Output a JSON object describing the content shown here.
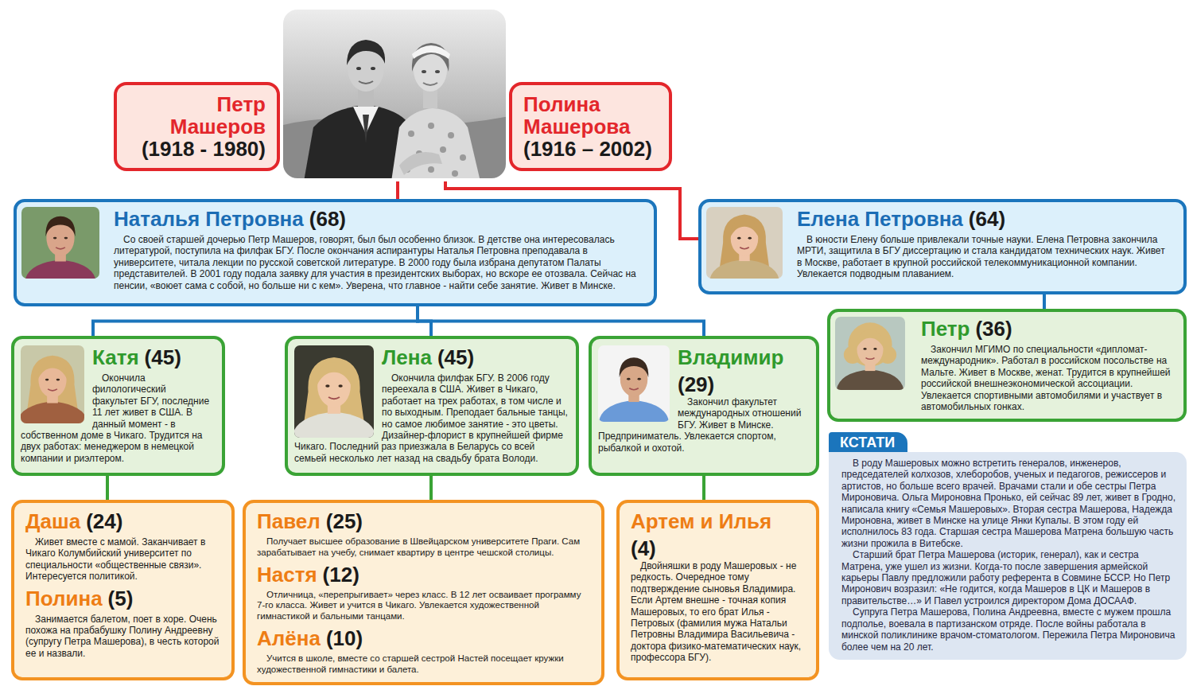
{
  "diagram": {
    "nodes": [
      {
        "text": [
          "Петр Машеров",
          "(1918 - 1980)"
        ]
      },
      {
        "text": [
          "Полина Машерова",
          "(1916 – 2002)"
        ]
      },
      {
        "text": [
          "Наталья Петровна",
          "(68)",
          "Со своей старшей дочерью Петр Машеров, говорят, был был особенно близок. В детстве она интересовалась литературой, поступила на филфак БГУ. После окончания аспирантуры Наталья Петровна преподавала в университете, читала лекции по русской советской литературе. В 2000 году была избрана депутатом Палаты представителей. В 2001 году подала заявку для участия в президентских выборах, но вскоре ее отозвала. Сейчас на пенсии, «воюет сама с собой, но больше ни с кем». Уверена, что главное - найти себе занятие. Живет в Минске."
        ]
      },
      {
        "text": [
          "Елена Петровна",
          "(64)",
          "В юности Елену больше привлекали точные науки. Елена Петровна закончила МРТИ, защитила в БГУ диссертацию и стала кандидатом технических наук. Живет в Москве, работает в крупной российской телекоммуникационной компании. Увлекается подводным плаванием."
        ]
      },
      {
        "text": [
          "Катя",
          "(45)",
          "Окончила филологический факультет БГУ, последние 11 лет живет в США. В данный момент - в собственном доме в Чикаго. Трудится на двух работах: менеджером в немецкой компании и риэлтером."
        ]
      },
      {
        "text": [
          "Лена",
          "(45)",
          "Окончила филфак БГУ. В 2006 году переехала в США. Живет в Чикаго, работает на трех работах, в том числе и по выходным. Преподает бальные танцы, но самое любимое занятие - это цветы. Дизайнер-флорист в крупнейшей фирме Чикаго. Последний раз приезжала в Беларусь со всей семьей несколько лет назад на свадьбу брата Володи."
        ]
      },
      {
        "text": [
          "Владимир",
          "(29)",
          "Закончил факультет международных отношений БГУ. Живет в Минске. Предприниматель. Увлекается спортом, рыбалкой и охотой."
        ]
      },
      {
        "text": [
          "Петр",
          "(36)",
          "Закончил МГИМО по специальности «дипломат-международник». Работал в российском посольстве на Мальте. Живет в Москве, женат. Трудится в крупнейшей российской внешнеэкономической ассоциации. Увлекается спортивными автомобилями и участвует в автомобильных гонках."
        ]
      },
      {
        "text": [
          "Даша",
          "(24)",
          "Живет вместе с мамой. Заканчивает в Чикаго Колумбийский университет по специальности «общественные связи». Интересуется политикой.",
          "Полина",
          "(5)",
          "Занимается балетом, поет в хоре. Очень похожа на прабабушку Полину Андреевну (супругу Петра Машерова), в честь которой ее и назвали."
        ]
      },
      {
        "text": [
          "Павел",
          "(25)",
          "Получает высшее образование в Швейцарском университете Праги. Сам зарабатывает на учебу, снимает квартиру в центре чешской столицы.",
          "Настя",
          "(12)",
          "Отличница, «перепрыгивает» через класс. В 12 лет осваивает программу 7-го класса. Живет и учится в Чикаго. Увлекается художественной гимнастикой и бальными танцами.",
          "Алёна",
          "(10)",
          "Учится в школе, вместе со старшей сестрой Настей посещает кружки художественной гимнастики и балета."
        ]
      },
      {
        "text": [
          "Артем и Илья",
          "(4)",
          "Двойняшки в роду Машеровых - не редкость. Очередное тому подтверждение сыновья Владимира. Если Артем внешне - точная копия Машеровых, то его брат Илья - Петровых (фамилия мужа Натальи Петровны Владимира Васильевича - доктора физико-математических наук, профессора БГУ)."
        ]
      },
      {
        "text": [
          "КСТАТИ",
          "В роду Машеровых можно встретить генералов, инженеров, председателей колхозов, хлеборобов, ученых и педагогов, режиссеров и артистов, но больше всего врачей. Врачами стали и обе сестры Петра Мироновича. Ольга Мироновна Пронько, ей сейчас 89 лет, живет в Гродно, написала книгу «Семья Машеровых». Вторая сестра Машерова, Надежда Мироновна, живет в Минске на улице Янки Купалы. В этом году ей исполнилось 83 года. Старшая сестра Машерова Матрена большую часть жизни прожила в Витебске.",
          "Старший брат Петра Машерова (историк, генерал), как и сестра Матрена, уже ушел из жизни. Когда-то после завершения армейской карьеры Павлу предложили работу референта в Совмине БССР. Но Петр Миронович возразил: «Не годится, когда Машеров в ЦК и Машеров в правительстве…» И Павел устроился директором Дома ДОСААФ.",
          "Супруга Петра Машерова, Полина Андреевна, вместе с мужем прошла подполье, воевала в партизанском отряде. После войны работала в минской поликлинике врачом-стоматологом. Пережила Петра Мироновича более чем на 20 лет."
        ]
      }
    ],
    "edges": [
      {
        "from": 0,
        "to": 2,
        "arrow": "none"
      },
      {
        "from": 1,
        "to": 3,
        "arrow": "none"
      },
      {
        "from": 2,
        "to": 4,
        "arrow": "none"
      },
      {
        "from": 2,
        "to": 5,
        "arrow": "none"
      },
      {
        "from": 2,
        "to": 6,
        "arrow": "none"
      },
      {
        "from": 3,
        "to": 7,
        "arrow": "none"
      },
      {
        "from": 4,
        "to": 8,
        "arrow": "none"
      },
      {
        "from": 5,
        "to": 9,
        "arrow": "none"
      },
      {
        "from": 6,
        "to": 10,
        "arrow": "none"
      }
    ]
  }
}
